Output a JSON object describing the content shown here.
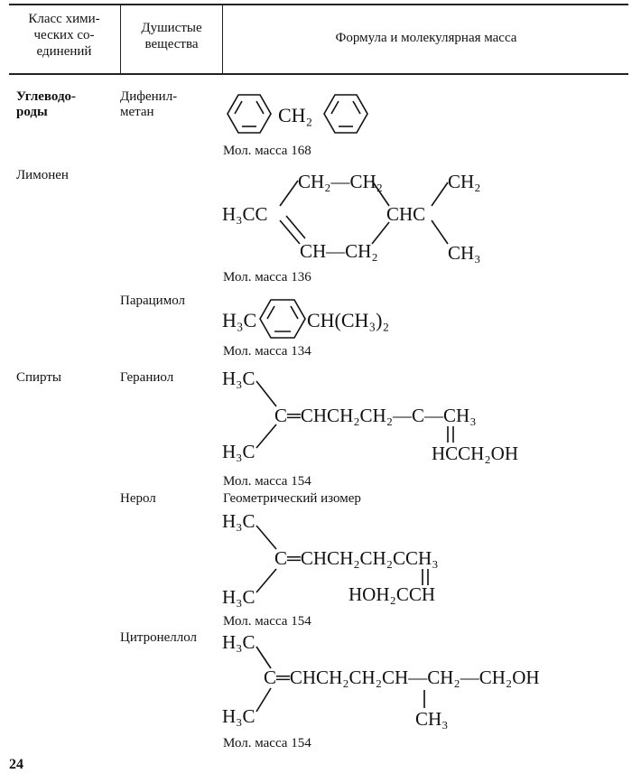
{
  "header": {
    "col1": [
      "Класс хими-",
      "ческих со-",
      "единений"
    ],
    "col2": [
      "Душистые",
      "вещества"
    ],
    "col3": "Формула и молекулярная масса"
  },
  "rows": {
    "diphenylmethane": {
      "class_lines": [
        "Углеводо-",
        "роды"
      ],
      "substance_lines": [
        "Дифенил-",
        "метан"
      ],
      "formula_middle": "CH₂",
      "mass": "Мол. масса 168"
    },
    "limonene": {
      "class": "Лимонен",
      "labels": {
        "top_left": "CH₂—CH₂",
        "top_right": "CH₂",
        "left": "H₃CC",
        "mid_right": "CHC",
        "bottom_left": "CH—CH₂",
        "bottom_right": "CH₃"
      },
      "mass": "Мол. масса 136"
    },
    "paracymene": {
      "substance": "Парацимол",
      "left": "H₃C",
      "right": "CH(CH₃)₂",
      "mass": "Мол. масса 134"
    },
    "geraniol": {
      "class": "Спирты",
      "substance": "Гераниол",
      "labels": {
        "top": "H₃C",
        "chain": "C═CHCH₂CH₂—C—CH₃",
        "bottom": "H₃C",
        "branch": "HCCH₂OH"
      },
      "mass": "Мол. масса 154"
    },
    "nerol": {
      "substance": "Нерол",
      "note": "Геометрический изомер",
      "labels": {
        "top": "H₃C",
        "chain": "C═CHCH₂CH₂CCH₃",
        "bottom": "H₃C",
        "branch": "HOH₂CCH"
      },
      "mass": "Мол. масса 154"
    },
    "citronellol": {
      "substance": "Цитронеллол",
      "labels": {
        "top": "H₃C",
        "chain": "C═CHCH₂CH₂CH—CH₂—CH₂OH",
        "bottom": "H₃C",
        "branch": "CH₃"
      },
      "mass": "Мол. масса 154"
    }
  },
  "page_number": "24"
}
